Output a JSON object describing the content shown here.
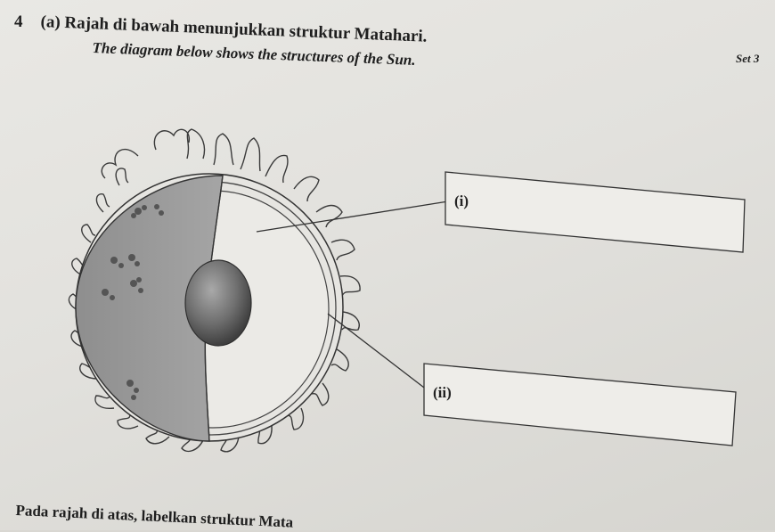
{
  "question": {
    "number": "4",
    "part_malay": "(a) Rajah di bawah menunjukkan struktur Matahari.",
    "part_english": "The diagram below shows the structures of the Sun.",
    "set_label": "Set 3"
  },
  "diagram": {
    "label_1": "(i)",
    "label_2": "(ii)"
  },
  "footer": {
    "instruction": "Pada rajah di atas, labelkan struktur Mata"
  }
}
